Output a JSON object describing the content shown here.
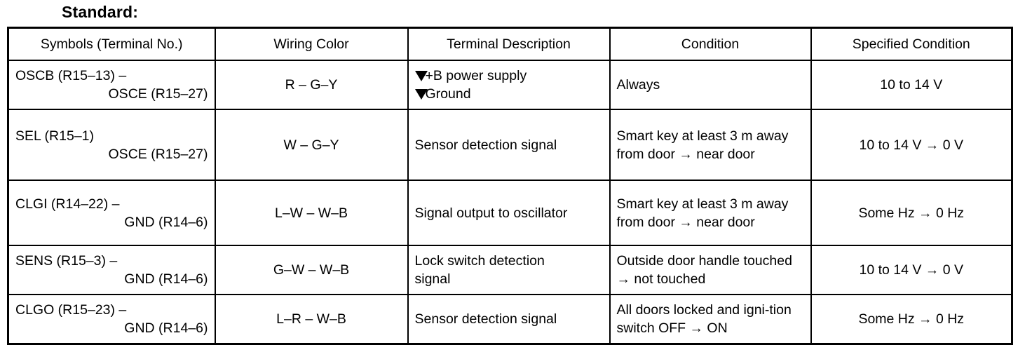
{
  "heading": "Standard:",
  "table": {
    "headers": [
      "Symbols (Terminal No.)",
      "Wiring Color",
      "Terminal Description",
      "Condition",
      "Specified Condition"
    ],
    "rows": [
      {
        "symbol_line1": "OSCB (R15–13) –",
        "symbol_line2": "OSCE (R15–27)",
        "wiring_color": "R – G–Y",
        "terminal_description_line1": "+B  power supply",
        "terminal_description_line2": "Ground",
        "terminal_description_has_markers": true,
        "condition": "Always",
        "specified_condition": "10 to 14 V"
      },
      {
        "symbol_line1": "SEL (R15–1)",
        "symbol_line2": "OSCE (R15–27)",
        "wiring_color": "W – G–Y",
        "terminal_description_line1": "Sensor detection signal",
        "terminal_description_line2": "",
        "terminal_description_has_markers": false,
        "condition": "Smart key at least 3 m away from door → near door",
        "specified_condition": "10 to 14 V → 0 V"
      },
      {
        "symbol_line1": "CLGI (R14–22) –",
        "symbol_line2": "GND (R14–6)",
        "wiring_color": "L–W – W–B",
        "terminal_description_line1": "Signal output to oscillator",
        "terminal_description_line2": "",
        "terminal_description_has_markers": false,
        "condition": "Smart key at least 3 m away from door → near door",
        "specified_condition": "Some Hz → 0 Hz"
      },
      {
        "symbol_line1": "SENS (R15–3) –",
        "symbol_line2": "GND (R14–6)",
        "wiring_color": "G–W – W–B",
        "terminal_description_line1": "Lock switch detection",
        "terminal_description_line2": "signal",
        "terminal_description_has_markers": false,
        "condition": "Outside door handle touched → not touched",
        "specified_condition": "10 to 14 V → 0 V"
      },
      {
        "symbol_line1": "CLGO (R15–23) –",
        "symbol_line2": "GND (R14–6)",
        "wiring_color": "L–R – W–B",
        "terminal_description_line1": "Sensor detection signal",
        "terminal_description_line2": "",
        "terminal_description_has_markers": false,
        "condition": "All doors locked and igni-tion switch OFF → ON",
        "specified_condition": "Some Hz → 0 Hz"
      }
    ]
  }
}
